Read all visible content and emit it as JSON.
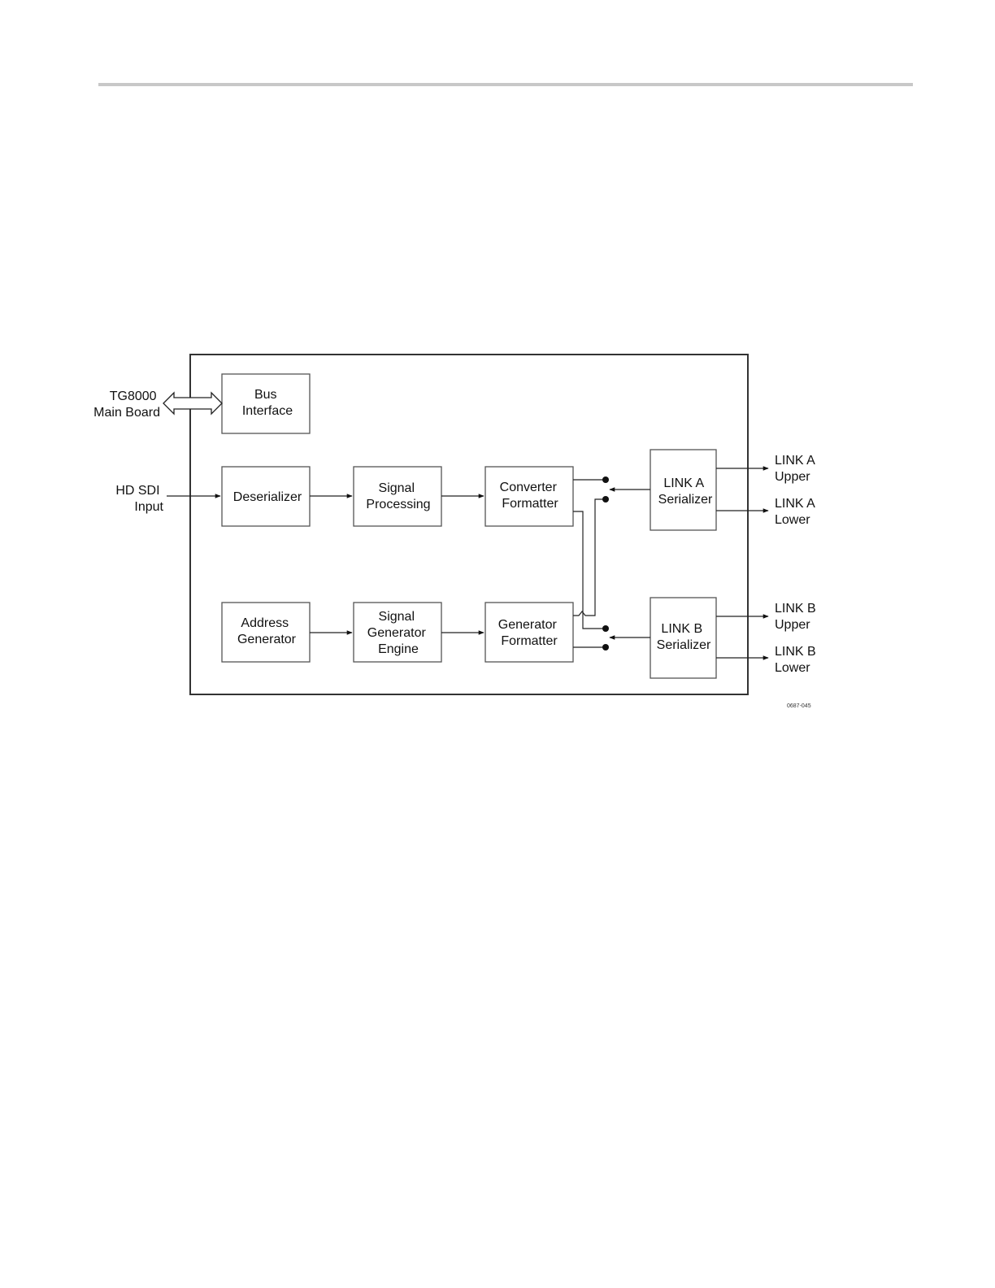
{
  "diagram": {
    "bus_interface": [
      "Bus",
      "Interface"
    ],
    "deserializer": [
      "Deserializer"
    ],
    "signal_processing": [
      "Signal",
      "Processing"
    ],
    "converter_formatter": [
      "Converter",
      "Formatter"
    ],
    "address_generator": [
      "Address",
      "Generator"
    ],
    "signal_generator_engine": [
      "Signal",
      "Generator",
      "Engine"
    ],
    "generator_formatter": [
      "Generator",
      "Formatter"
    ],
    "link_a_serializer": [
      "LINK A",
      "Serializer"
    ],
    "link_b_serializer": [
      "LINK B",
      "Serializer"
    ],
    "main_board_label": [
      "TG8000",
      "Main Board"
    ],
    "hd_sdi_label": [
      "HD SDI",
      "Input"
    ],
    "link_a_upper": [
      "LINK A",
      "Upper"
    ],
    "link_a_lower": [
      "LINK A",
      "Lower"
    ],
    "link_b_upper": [
      "LINK B",
      "Upper"
    ],
    "link_b_lower": [
      "LINK B",
      "Lower"
    ],
    "figure_number": "0687-045"
  }
}
